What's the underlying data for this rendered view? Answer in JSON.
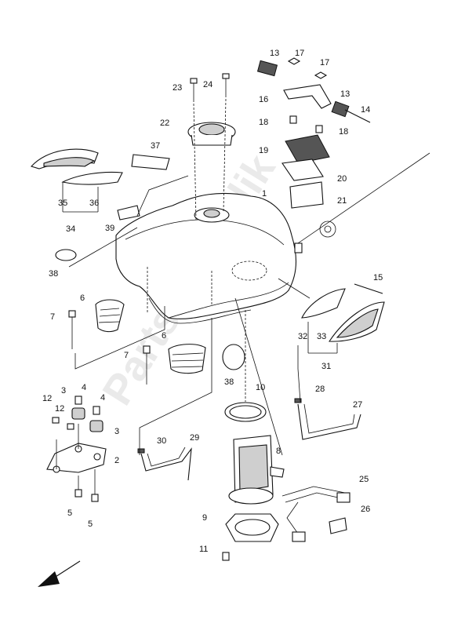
{
  "diagram": {
    "watermark": "PartsRepublik",
    "callouts": {
      "c1": "1",
      "c2": "2",
      "c3a": "3",
      "c3b": "3",
      "c4a": "4",
      "c4b": "4",
      "c5a": "5",
      "c5b": "5",
      "c6a": "6",
      "c6b": "6",
      "c7a": "7",
      "c7b": "7",
      "c8": "8",
      "c9": "9",
      "c10": "10",
      "c11": "11",
      "c12a": "12",
      "c12b": "12",
      "c13a": "13",
      "c13b": "13",
      "c14": "14",
      "c15": "15",
      "c16": "16",
      "c17a": "17",
      "c17b": "17",
      "c18a": "18",
      "c18b": "18",
      "c19": "19",
      "c20": "20",
      "c21": "21",
      "c22": "22",
      "c23": "23",
      "c24": "24",
      "c25": "25",
      "c26": "26",
      "c27": "27",
      "c28": "28",
      "c29": "29",
      "c30": "30",
      "c31": "31",
      "c32": "32",
      "c33": "33",
      "c34": "34",
      "c35": "35",
      "c36": "36",
      "c37": "37",
      "c38a": "38",
      "c38b": "38",
      "c39": "39"
    }
  }
}
